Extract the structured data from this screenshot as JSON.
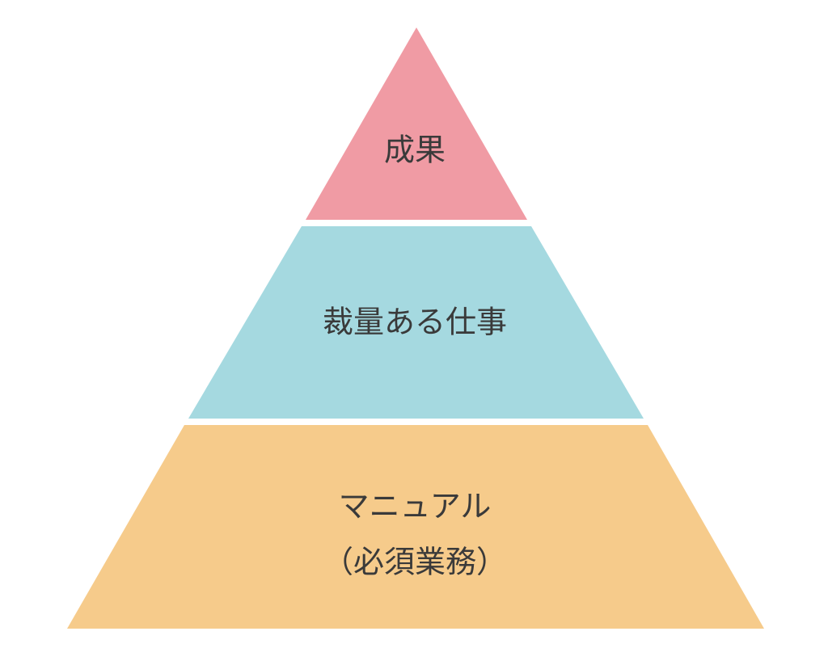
{
  "diagram": {
    "tiers": [
      {
        "id": "top",
        "lines": [
          "成果"
        ],
        "color": "#F09BA4"
      },
      {
        "id": "middle",
        "lines": [
          "裁量ある仕事"
        ],
        "color": "#A5D9E0"
      },
      {
        "id": "bottom",
        "lines": [
          "マニュアル",
          "（必須業務）"
        ],
        "color": "#F6CB8B"
      }
    ]
  }
}
